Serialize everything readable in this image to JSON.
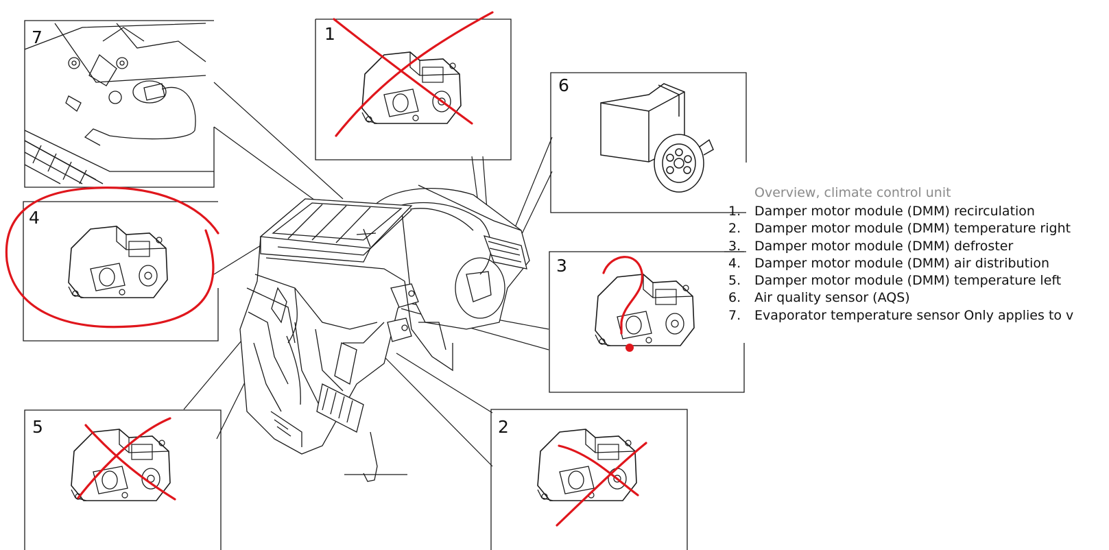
{
  "legend": {
    "title": "Overview, climate control unit",
    "items": [
      {
        "num": "1.",
        "text": "Damper motor module (DMM) recirculation"
      },
      {
        "num": "2.",
        "text": "Damper motor module (DMM) temperature right"
      },
      {
        "num": "3.",
        "text": "Damper motor module (DMM) defroster"
      },
      {
        "num": "4.",
        "text": "Damper motor module (DMM) air distribution"
      },
      {
        "num": "5.",
        "text": "Damper motor module (DMM) temperature left"
      },
      {
        "num": "6.",
        "text": "Air quality sensor (AQS)"
      },
      {
        "num": "7.",
        "text": "Evaporator temperature sensor Only applies to v"
      }
    ]
  },
  "callouts": {
    "c1": "1",
    "c2": "2",
    "c3": "3",
    "c4": "4",
    "c5": "5",
    "c6": "6",
    "c7": "7"
  },
  "colors": {
    "line_art": "#1a1a1a",
    "markup_red": "#e0161c",
    "legend_title": "#8a8a8a"
  }
}
